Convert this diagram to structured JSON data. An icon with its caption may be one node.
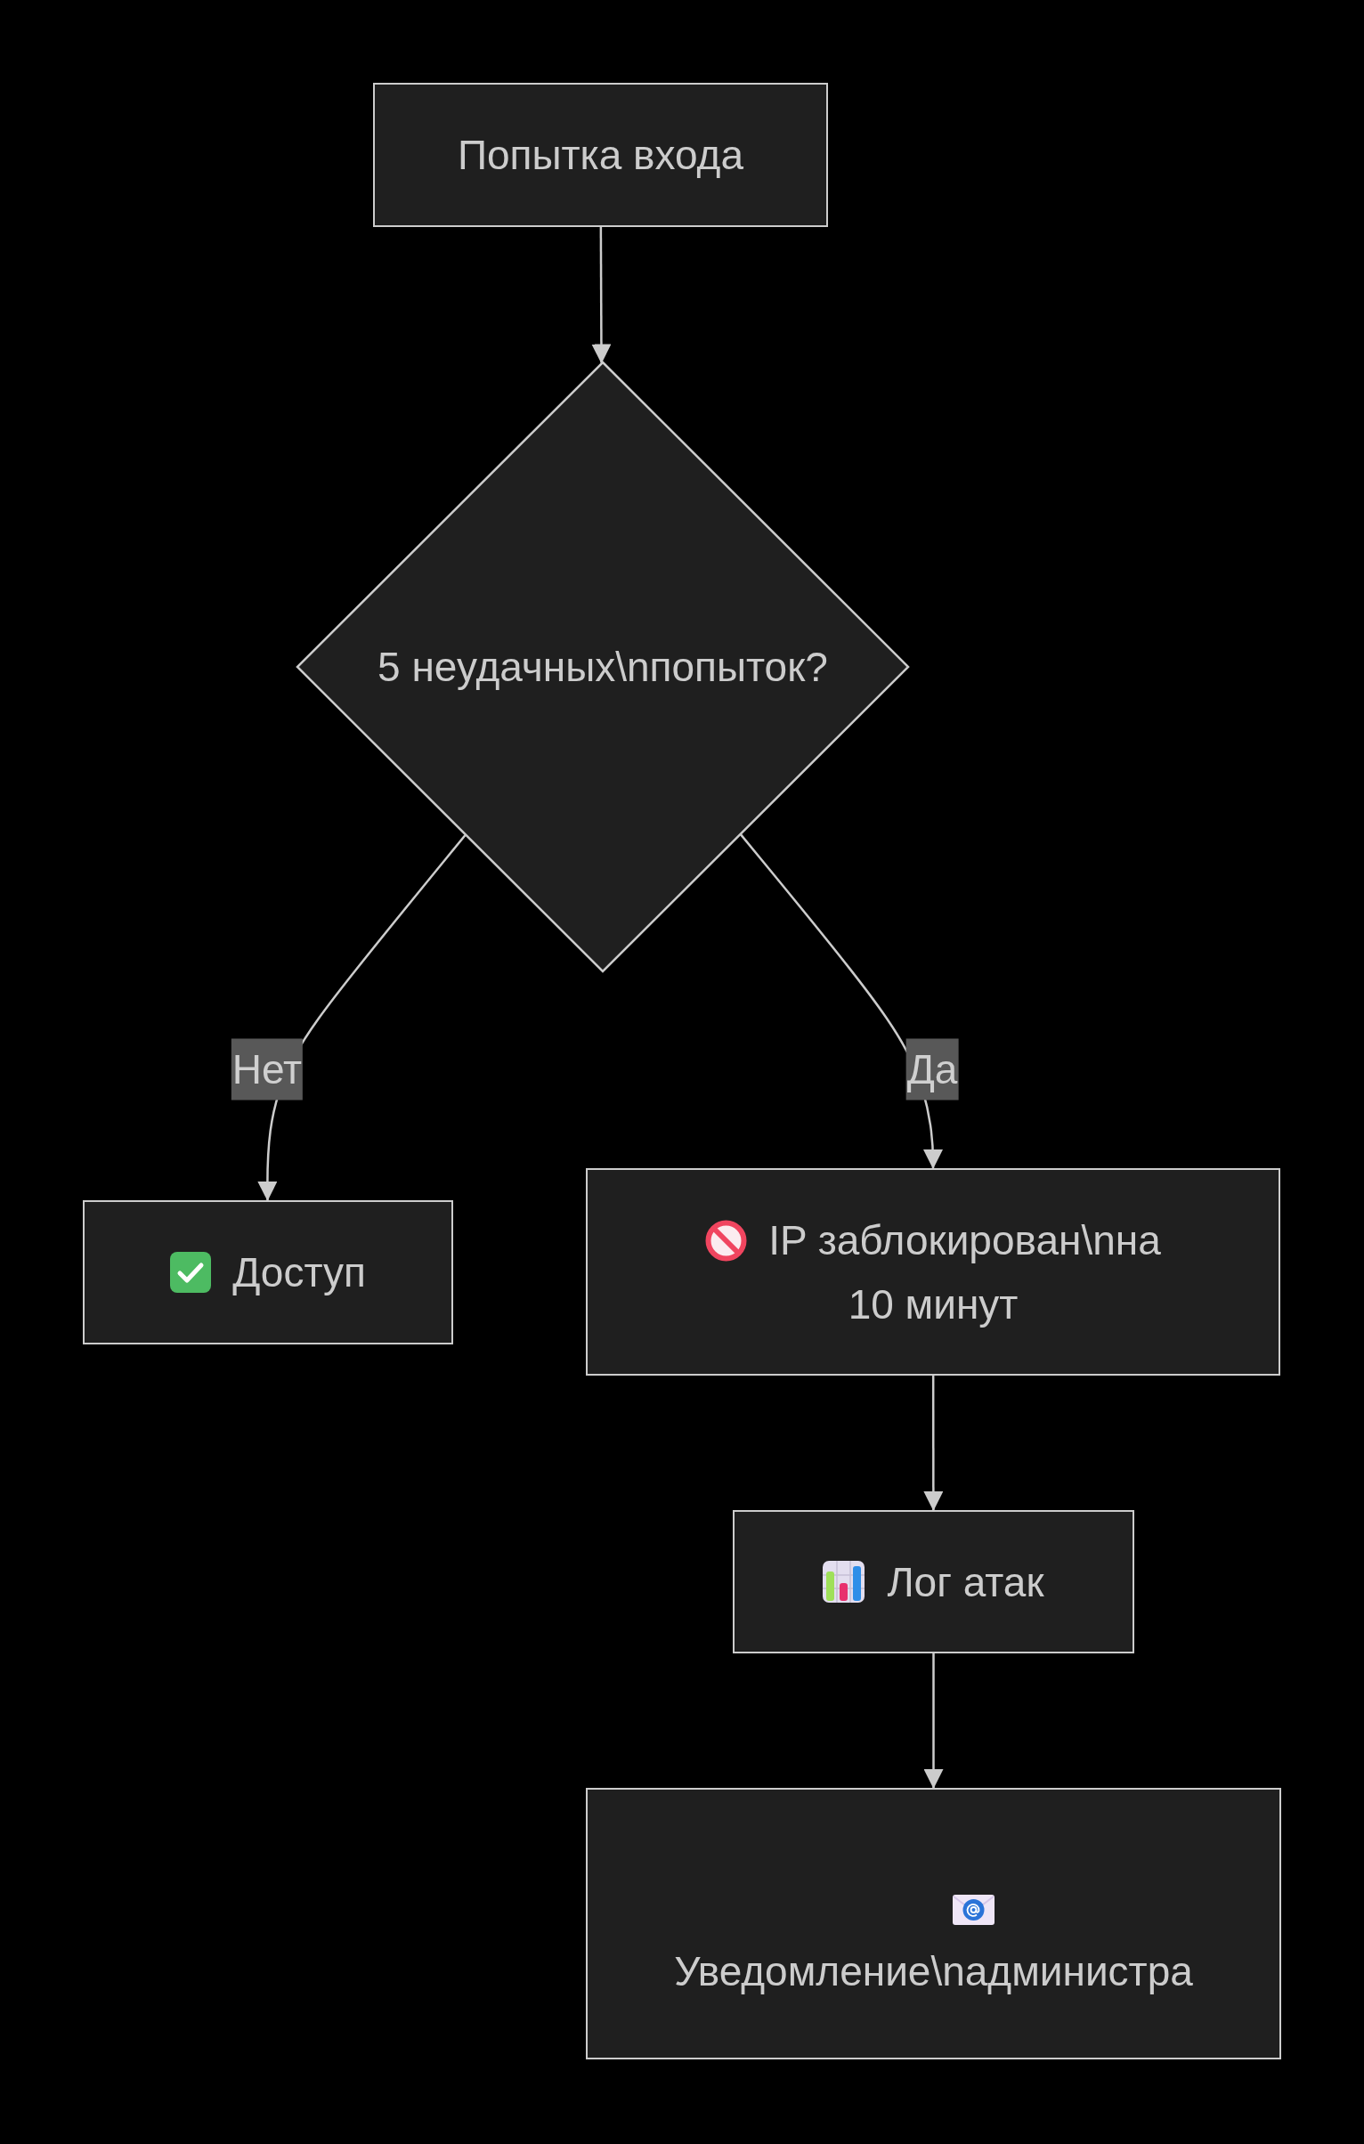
{
  "diagram": {
    "nodes": [
      {
        "text": [
          "Попытка входа"
        ]
      },
      {
        "text": [
          "5 неудачных\\nпопыток?"
        ]
      },
      {
        "text": [
          "Доступ"
        ]
      },
      {
        "text": [
          "IP заблокирован\\nна 10 минут"
        ]
      },
      {
        "text": [
          "Лог атак"
        ]
      },
      {
        "text": [
          "Уведомление\\nадминистра"
        ]
      }
    ],
    "edges": [
      {
        "from": 0,
        "to": 1,
        "arrow": "to"
      },
      {
        "from": 1,
        "to": 2,
        "arrow": "to",
        "label": "Нет"
      },
      {
        "from": 1,
        "to": 3,
        "arrow": "to",
        "label": "Да"
      },
      {
        "from": 3,
        "to": 4,
        "arrow": "to"
      },
      {
        "from": 4,
        "to": 5,
        "arrow": "to"
      }
    ]
  }
}
